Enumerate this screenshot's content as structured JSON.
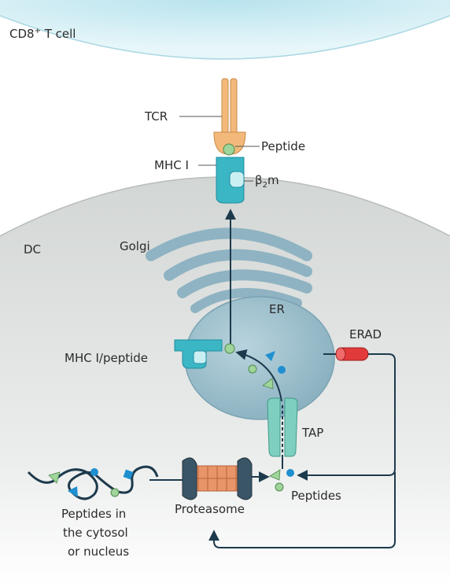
{
  "labels": {
    "t_cell": "CD8",
    "t_cell_sup": "+",
    "t_cell_rest": " T cell",
    "tcr": "TCR",
    "peptide": "Peptide",
    "mhc1": "MHC I",
    "b2m_beta": "β",
    "b2m_sub": "2",
    "b2m_m": "m",
    "dc": "DC",
    "golgi": "Golgi",
    "er": "ER",
    "erad": "ERAD",
    "mhc_peptide": "MHC I/peptide",
    "tap": "TAP",
    "peptides": "Peptides",
    "proteasome": "Proteasome",
    "cytosol_line1": "Peptides in",
    "cytosol_line2": "the cytosol",
    "cytosol_line3": "or nucleus"
  },
  "colors": {
    "t_cell_fill": "#d9f1f6",
    "dc_fill": "#e3e5e4",
    "golgi": "#8fb3c2",
    "er": "#9fc0cd",
    "mhc": "#3bb6c4",
    "tcr": "#f2b97a",
    "peptide_green": "#9fd49a",
    "peptide_blue": "#1f8fd0",
    "erad": "#e23a3a",
    "proteasome": "#e8956a",
    "tap": "#7fcfc0",
    "arrow": "#1d3a4d"
  }
}
